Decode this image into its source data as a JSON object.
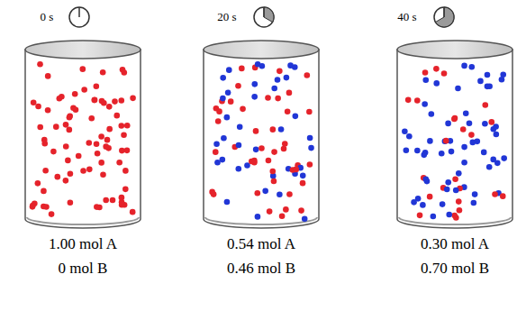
{
  "diagram": {
    "labels": [
      "0 s",
      "20 s",
      "40 s",
      "1.00 mol A",
      "0 mol B",
      "0.54 mol A",
      "0.46 mol B",
      "0.30 mol A",
      "0.70 mol B"
    ]
  }
}
